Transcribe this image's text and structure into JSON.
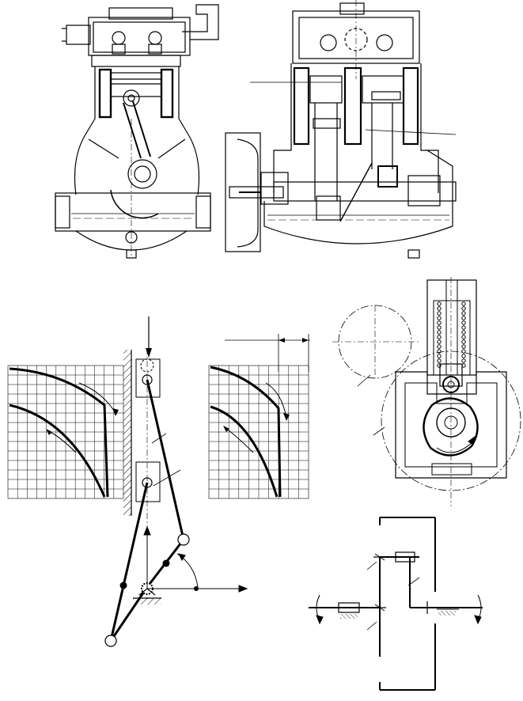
{
  "figure": {
    "panels": [
      {
        "id": "engine-front-section",
        "kind": "compressor cross-section, front view"
      },
      {
        "id": "engine-side-section",
        "kind": "compressor cross-section, side view"
      },
      {
        "id": "cam-diagram",
        "kind": "plate cam with follower, radial profile grid"
      },
      {
        "id": "cam-follower-detail",
        "kind": "cam and roller follower assembly"
      },
      {
        "id": "linkage-diagram",
        "kind": "crank-rocker linkage with slider"
      },
      {
        "id": "gear-train",
        "kind": "epicyclic gear train schematic"
      }
    ],
    "line_color": "#000000",
    "background": "#ffffff",
    "text_labels": []
  }
}
